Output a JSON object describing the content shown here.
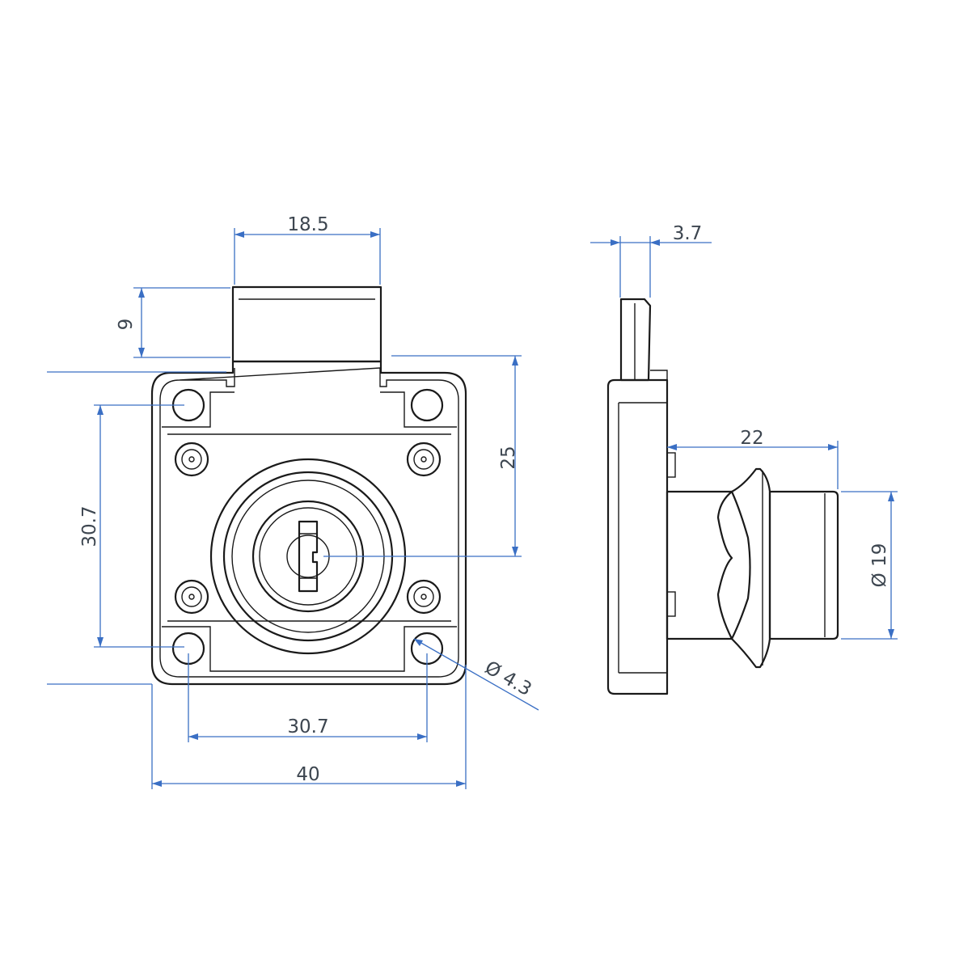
{
  "colors": {
    "outline": "#1a1a1a",
    "dimension": "#3a6fc4",
    "label": "#3d4650"
  },
  "dimensions": {
    "bolt_width": "18.5",
    "bolt_height": "9",
    "side_plate_thickness": "3.7",
    "height_to_center": "25",
    "hole_spacing_vertical": "30.7",
    "hole_spacing_horizontal": "30.7",
    "overall_width": "40",
    "hole_diameter": "Ø 4.3",
    "cylinder_length": "22",
    "cylinder_diameter": "Ø 19"
  }
}
